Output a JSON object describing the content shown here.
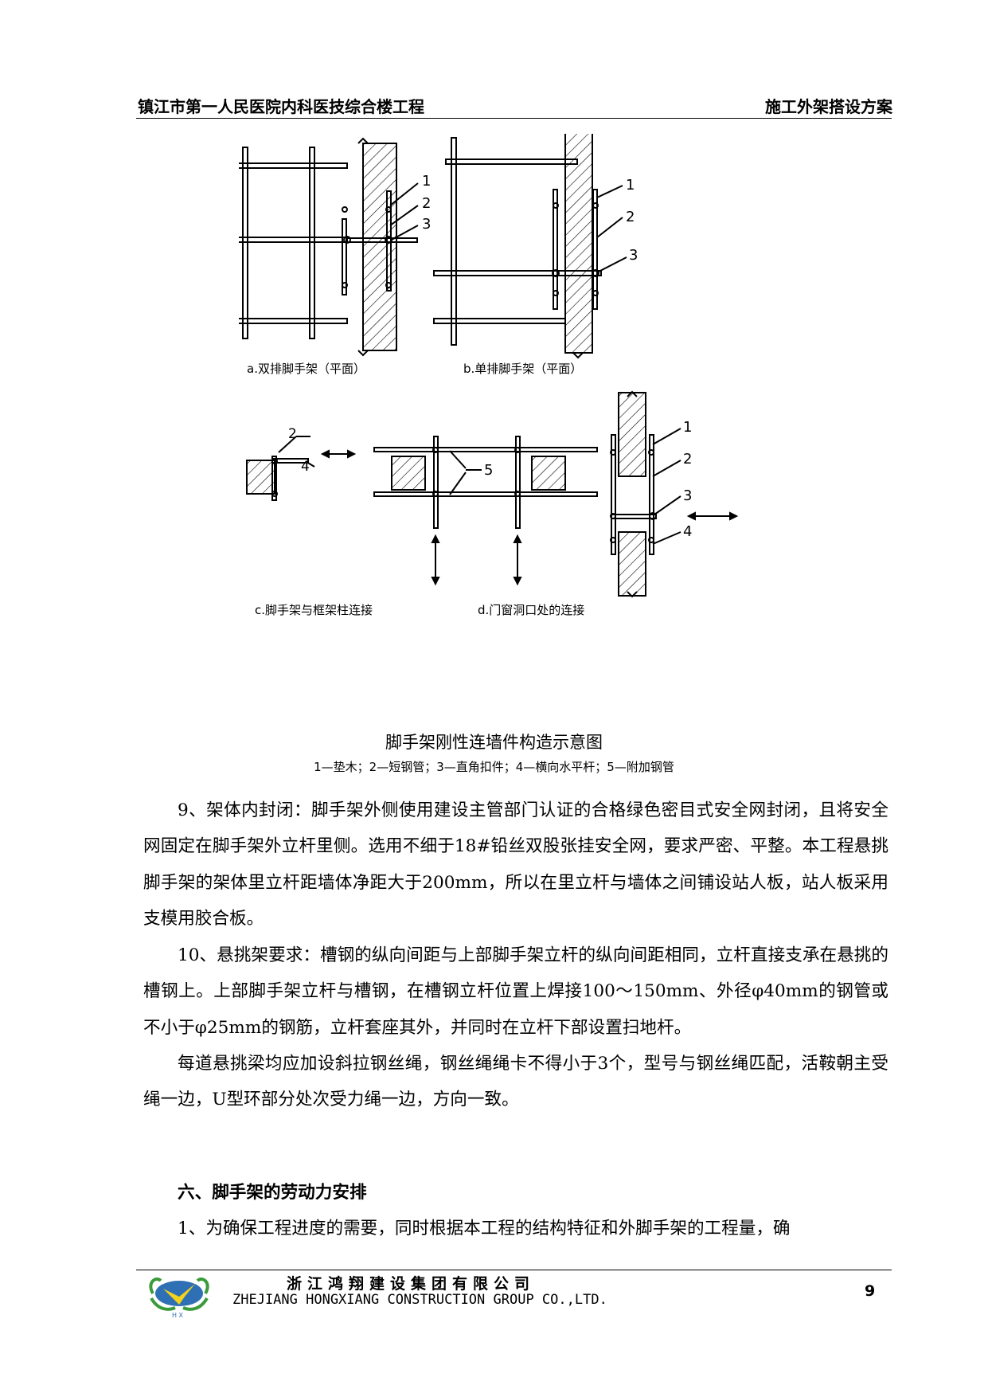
{
  "header": {
    "project": "镇江市第一人民医院内科医技综合楼工程",
    "doc_type": "施工外架搭设方案"
  },
  "figure": {
    "title": "脚手架刚性连墙件构造示意图",
    "legend": "1—垫木；2—短钢管；3—直角扣件；4—横向水平杆；5—附加钢管",
    "captions": {
      "a": "a.双排脚手架（平面）",
      "b": "b.单排脚手架（平面）",
      "c": "c.脚手架与框架柱连接",
      "d": "d.门窗洞口处的连接"
    },
    "labels": {
      "n1": "1",
      "n2": "2",
      "n3": "3",
      "n4": "4",
      "n5": "5"
    }
  },
  "body": {
    "p1": "9、架体内封闭：脚手架外侧使用建设主管部门认证的合格绿色密目式安全网封闭，且将安全网固定在脚手架外立杆里侧。选用不细于18#铅丝双股张挂安全网，要求严密、平整。本工程悬挑脚手架的架体里立杆距墙体净距大于200mm，所以在里立杆与墙体之间铺设站人板，站人板采用支模用胶合板。",
    "p2": "10、悬挑架要求：槽钢的纵向间距与上部脚手架立杆的纵向间距相同，立杆直接支承在悬挑的槽钢上。上部脚手架立杆与槽钢，在槽钢立杆位置上焊接100～150mm、外径φ40mm的钢管或不小于φ25mm的钢筋，立杆套座其外，并同时在立杆下部设置扫地杆。",
    "p3": "每道悬挑梁均应加设斜拉钢丝绳，钢丝绳绳卡不得小于3个，型号与钢丝绳匹配，活鞍朝主受绳一边，U型环部分处次受力绳一边，方向一致。",
    "section_title": "六、脚手架的劳动力安排",
    "p4": "1、为确保工程进度的需要，同时根据本工程的结构特征和外脚手架的工程量，确"
  },
  "footer": {
    "company_cn": "浙江鸿翔建设集团有限公司",
    "company_en": "ZHEJIANG HONGXIANG CONSTRUCTION GROUP CO.,LTD.",
    "logo_letters": "H X",
    "page_number": "9"
  }
}
